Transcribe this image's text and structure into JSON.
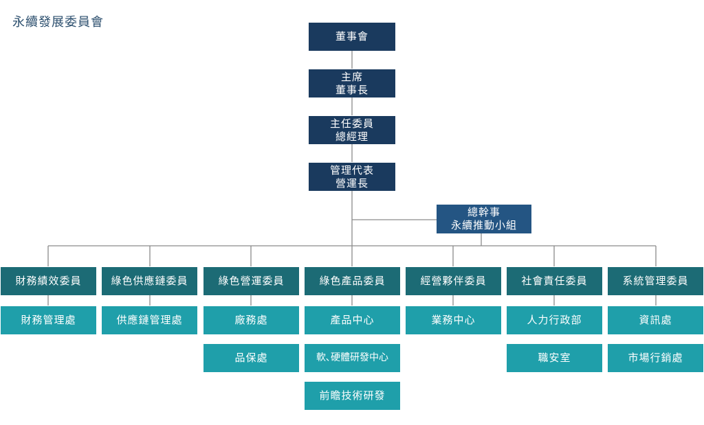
{
  "title": "永續發展委員會",
  "top_chain": [
    {
      "lines": [
        "董事會"
      ]
    },
    {
      "lines": [
        "主席",
        "董事長"
      ]
    },
    {
      "lines": [
        "主任委員",
        "總經理"
      ]
    },
    {
      "lines": [
        "管理代表",
        "營運長"
      ]
    }
  ],
  "secretariat": {
    "lines": [
      "總幹事",
      "永續推動小組"
    ]
  },
  "committees": [
    {
      "name": "財務績效委員",
      "units": [
        "財務管理處"
      ]
    },
    {
      "name": "綠色供應鏈委員",
      "units": [
        "供應鏈管理處"
      ]
    },
    {
      "name": "綠色營運委員",
      "units": [
        "廠務處",
        "品保處"
      ]
    },
    {
      "name": "綠色產品委員",
      "units": [
        "產品中心",
        "軟､硬體研發中心",
        "前瞻技術研發"
      ]
    },
    {
      "name": "經營夥伴委員",
      "units": [
        "業務中心"
      ]
    },
    {
      "name": "社會責任委員",
      "units": [
        "人力行政部",
        "職安室"
      ]
    },
    {
      "name": "系統管理委員",
      "units": [
        "資訊處",
        "市場行銷處"
      ]
    }
  ],
  "colors": {
    "top": "#1a3a5e",
    "secretariat": "#245583",
    "committee": "#1c6b75",
    "unit": "#1f9faa",
    "line": "#8a8a8a"
  }
}
